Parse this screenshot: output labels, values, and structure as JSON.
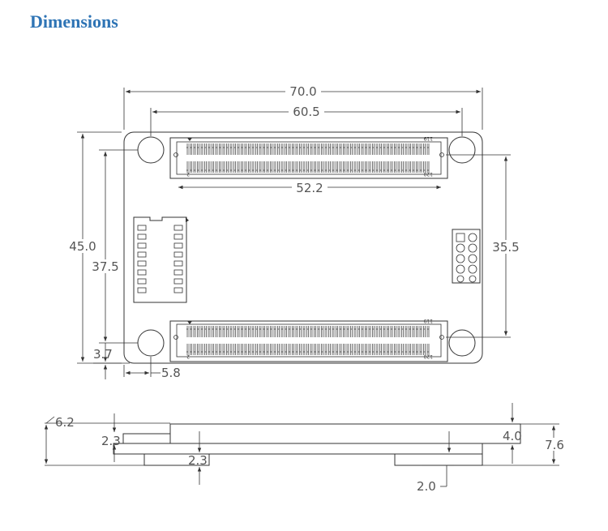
{
  "title": "Dimensions",
  "top_view": {
    "overall_width": "70.0",
    "hole_spacing_x": "60.5",
    "connector_length": "52.2",
    "overall_height": "45.0",
    "hole_spacing_y": "37.5",
    "right_spacing": "35.5",
    "hole_offset_y": "3.7",
    "hole_offset_x": "5.8",
    "connector_pin_labels": [
      "119",
      "120",
      "1",
      "2"
    ]
  },
  "side_view": {
    "left_offset": "6.2",
    "connector_height": "2.3",
    "lower_connector_height": "2.3",
    "component_height": "4.0",
    "total_height": "7.6",
    "right_offset": "2.0"
  }
}
